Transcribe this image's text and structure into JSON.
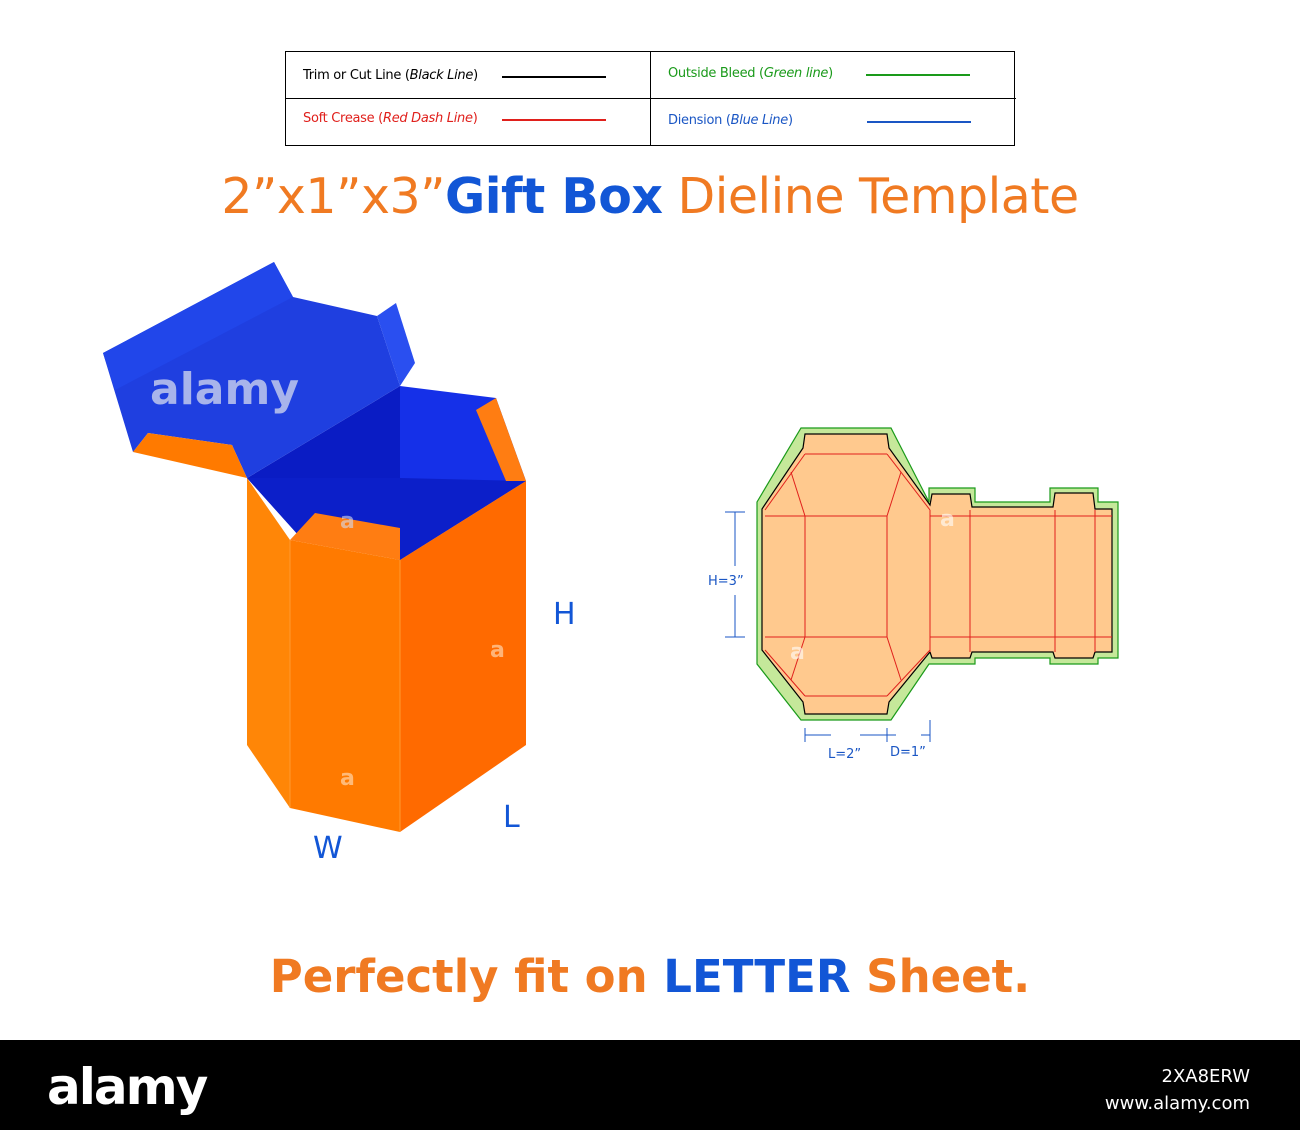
{
  "legend": {
    "trim": {
      "label": "Trim or Cut  Line (",
      "italic": "Black Line",
      "close": ")",
      "color": "#000000"
    },
    "bleed": {
      "label": "Outside Bleed (",
      "italic": "Green line",
      "close": ")",
      "color": "#1a9a1a"
    },
    "crease": {
      "label": "Soft Crease (",
      "italic": "Red  Dash Line",
      "close": ")",
      "color": "#e0201c"
    },
    "dimension": {
      "label": "Diension (",
      "italic": "Blue Line",
      "close": ")",
      "color": "#1a56c4"
    }
  },
  "title": {
    "dims": "2”x1”x3”",
    "product": "Gift Box",
    "rest": " Dieline Template"
  },
  "box_labels": {
    "height": "H",
    "length": "L",
    "width": "W"
  },
  "dieline_labels": {
    "height": "H=3”",
    "length": "L=2”",
    "depth": "D=1”"
  },
  "watermarks": {
    "big": "alamy",
    "small": "a"
  },
  "footer": {
    "pre": "Perfectly fit on ",
    "highlight": "LETTER",
    "post": " Sheet."
  },
  "banner": {
    "logo": "alamy",
    "image_id": "2XA8ERW",
    "site": "www.alamy.com"
  },
  "colors": {
    "orange": "#f07a22",
    "blue": "#1256d6",
    "box_blue": "#1f3fe0",
    "box_orange": "#ff7a00",
    "dieline_fill": "#ffc98e"
  }
}
